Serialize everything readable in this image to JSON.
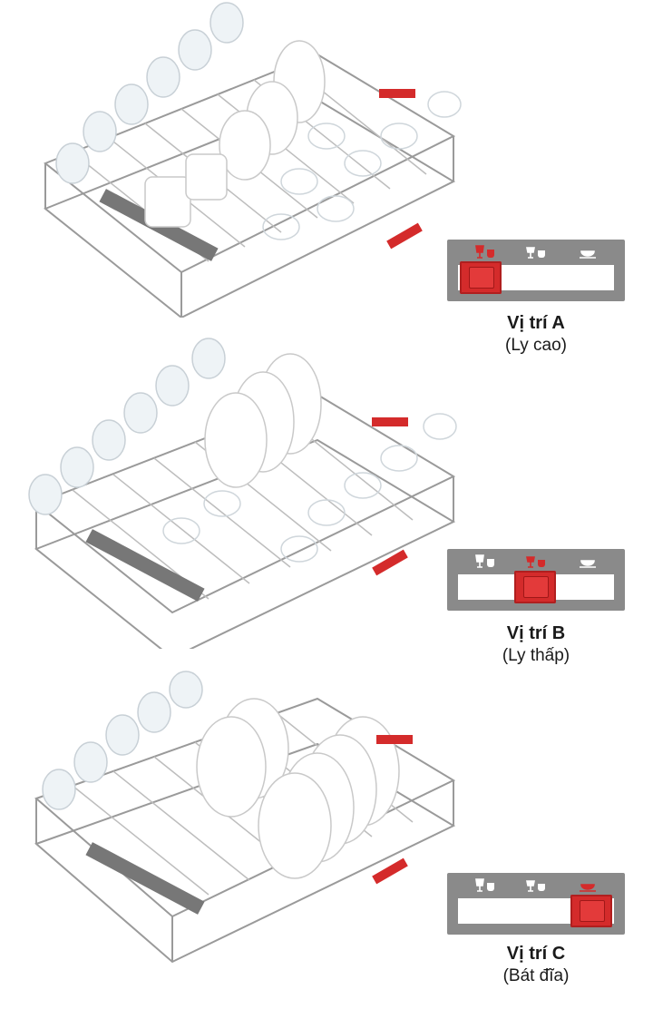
{
  "colors": {
    "accent": "#d42b2b",
    "panel": "#8a8a8a",
    "wire": "#9a9a9a"
  },
  "positions": [
    {
      "label": "Vị trí A",
      "sub": "(Ly cao)",
      "selected_index": 0,
      "icons": [
        "tall-glass-icon",
        "short-glass-icon",
        "bowl-icon"
      ]
    },
    {
      "label": "Vị trí B",
      "sub": "(Ly thấp)",
      "selected_index": 1,
      "icons": [
        "tall-glass-icon",
        "short-glass-icon",
        "bowl-icon"
      ]
    },
    {
      "label": "Vị trí C",
      "sub": "(Bát đĩa)",
      "selected_index": 2,
      "icons": [
        "tall-glass-icon",
        "short-glass-icon",
        "bowl-icon"
      ]
    }
  ]
}
